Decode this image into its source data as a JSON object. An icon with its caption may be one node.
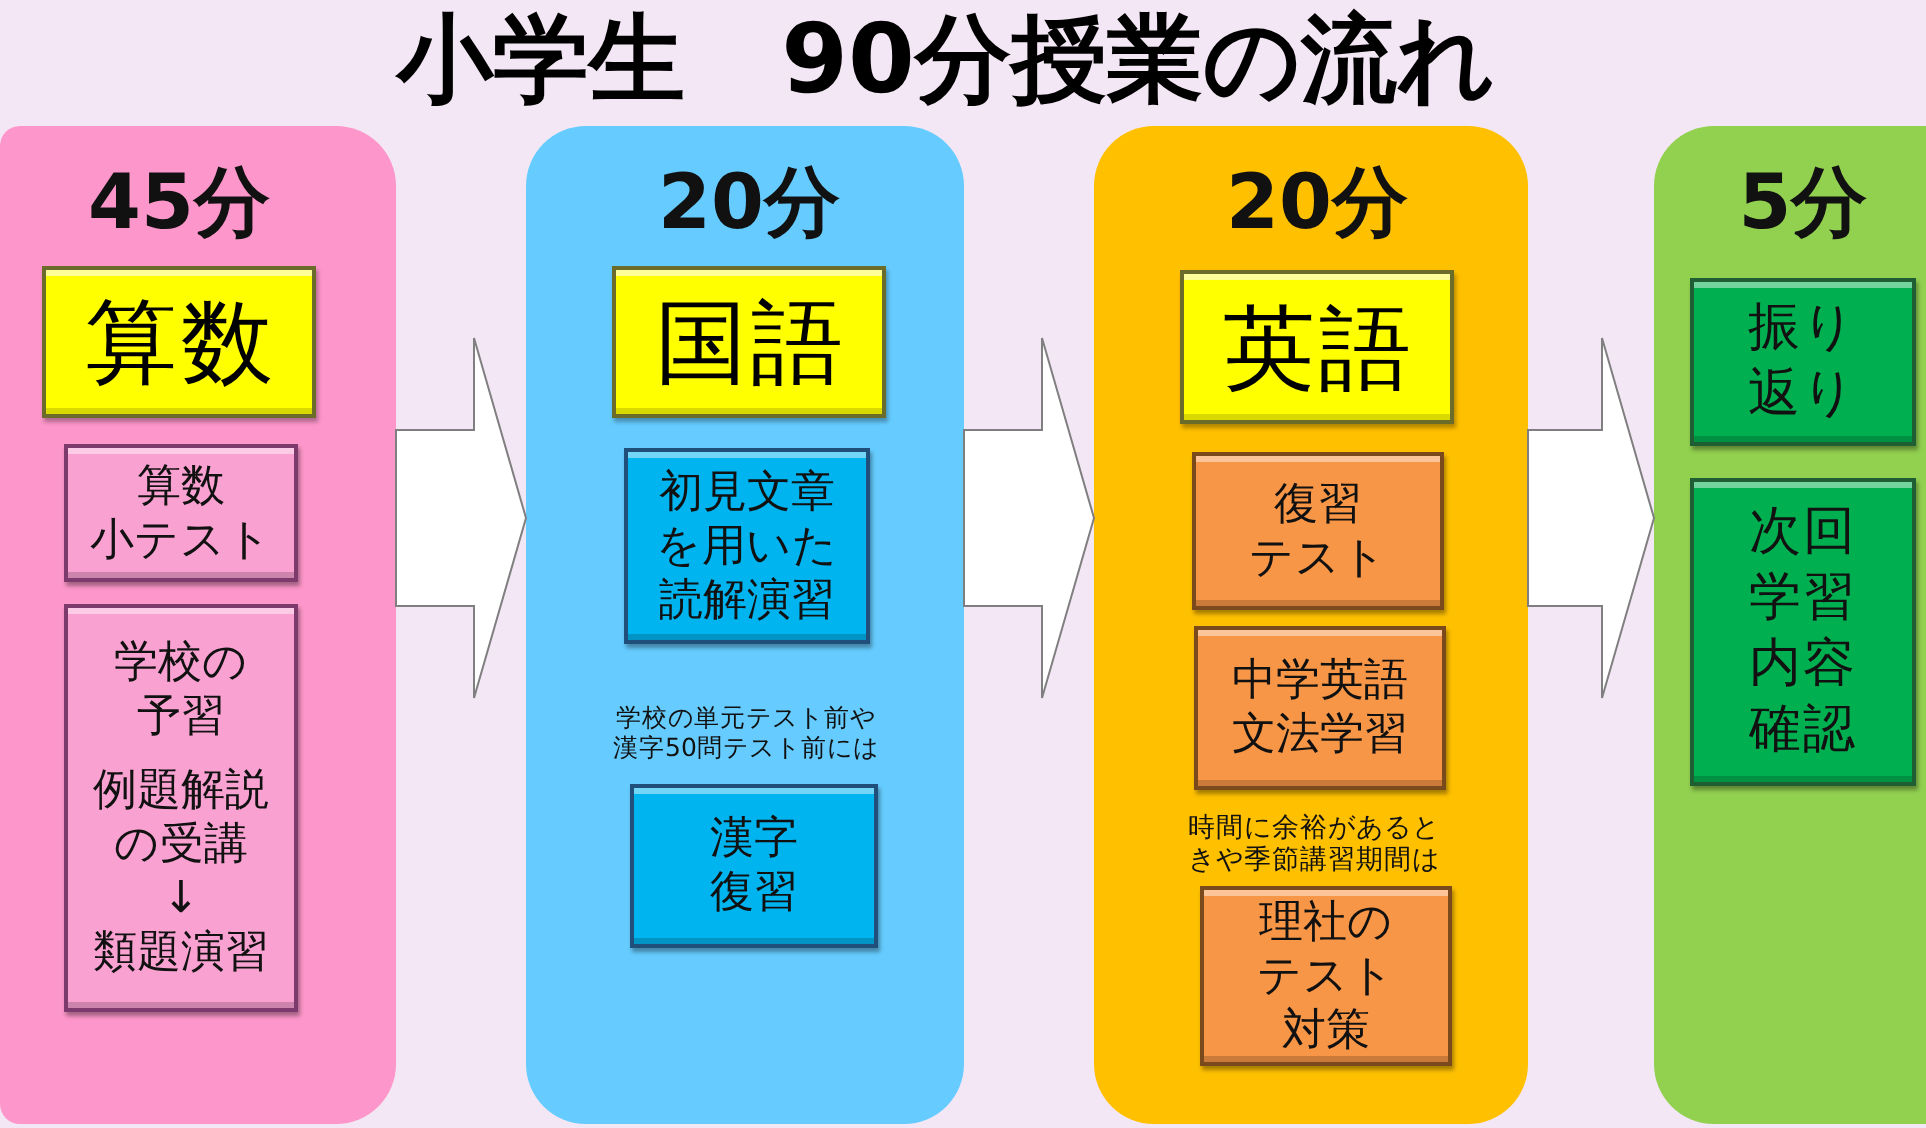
{
  "diagram": {
    "title": "小学生　90分授業の流れ",
    "nodes": [
      {
        "text": [
          "45分"
        ]
      },
      {
        "text": [
          "算数"
        ],
        "in": 0
      },
      {
        "text": [
          "算数小テスト"
        ],
        "in": 0
      },
      {
        "text": [
          "学校の予習",
          "例題解説の受講",
          "↓",
          "類題演習"
        ],
        "in": 0
      },
      {
        "text": [
          "20分"
        ]
      },
      {
        "text": [
          "国語"
        ],
        "in": 4
      },
      {
        "text": [
          "初見文章を用いた読解演習"
        ],
        "in": 4
      },
      {
        "text": [
          "漢字復習"
        ],
        "in": 4,
        "beside": [
          "学校の単元テスト前や漢字50問テスト前には"
        ]
      },
      {
        "text": [
          "20分"
        ]
      },
      {
        "text": [
          "英語"
        ],
        "in": 8
      },
      {
        "text": [
          "復習テスト"
        ],
        "in": 8
      },
      {
        "text": [
          "中学英語文法学習"
        ],
        "in": 8
      },
      {
        "text": [
          "理社のテスト対策"
        ],
        "in": 8,
        "beside": [
          "時間に余裕があるときや季節講習期間は"
        ]
      },
      {
        "text": [
          "5分"
        ]
      },
      {
        "text": [
          "振り返り"
        ],
        "in": 13
      },
      {
        "text": [
          "次回学習内容確認"
        ],
        "in": 13
      }
    ],
    "edges": [
      {
        "from": 0,
        "to": 4,
        "arrow": "to"
      },
      {
        "from": 4,
        "to": 8,
        "arrow": "to"
      },
      {
        "from": 8,
        "to": 13,
        "arrow": "to"
      }
    ]
  }
}
